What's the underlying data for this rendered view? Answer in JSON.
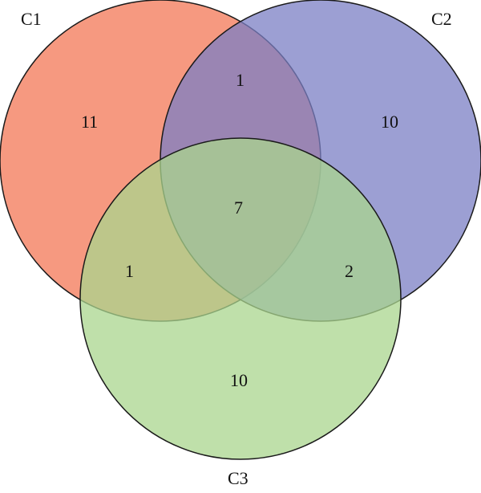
{
  "sets": [
    {
      "id": "c1",
      "name": "C1",
      "color": "#f4876a"
    },
    {
      "id": "c2",
      "name": "C2",
      "color": "#7b7fc4"
    },
    {
      "id": "c3",
      "name": "C3",
      "color": "#a9d68d"
    }
  ],
  "regions": {
    "c1_only": "11",
    "c2_only": "10",
    "c3_only": "10",
    "c1_c2": "1",
    "c1_c3": "1",
    "c2_c3": "2",
    "c1_c2_c3": "7"
  }
}
